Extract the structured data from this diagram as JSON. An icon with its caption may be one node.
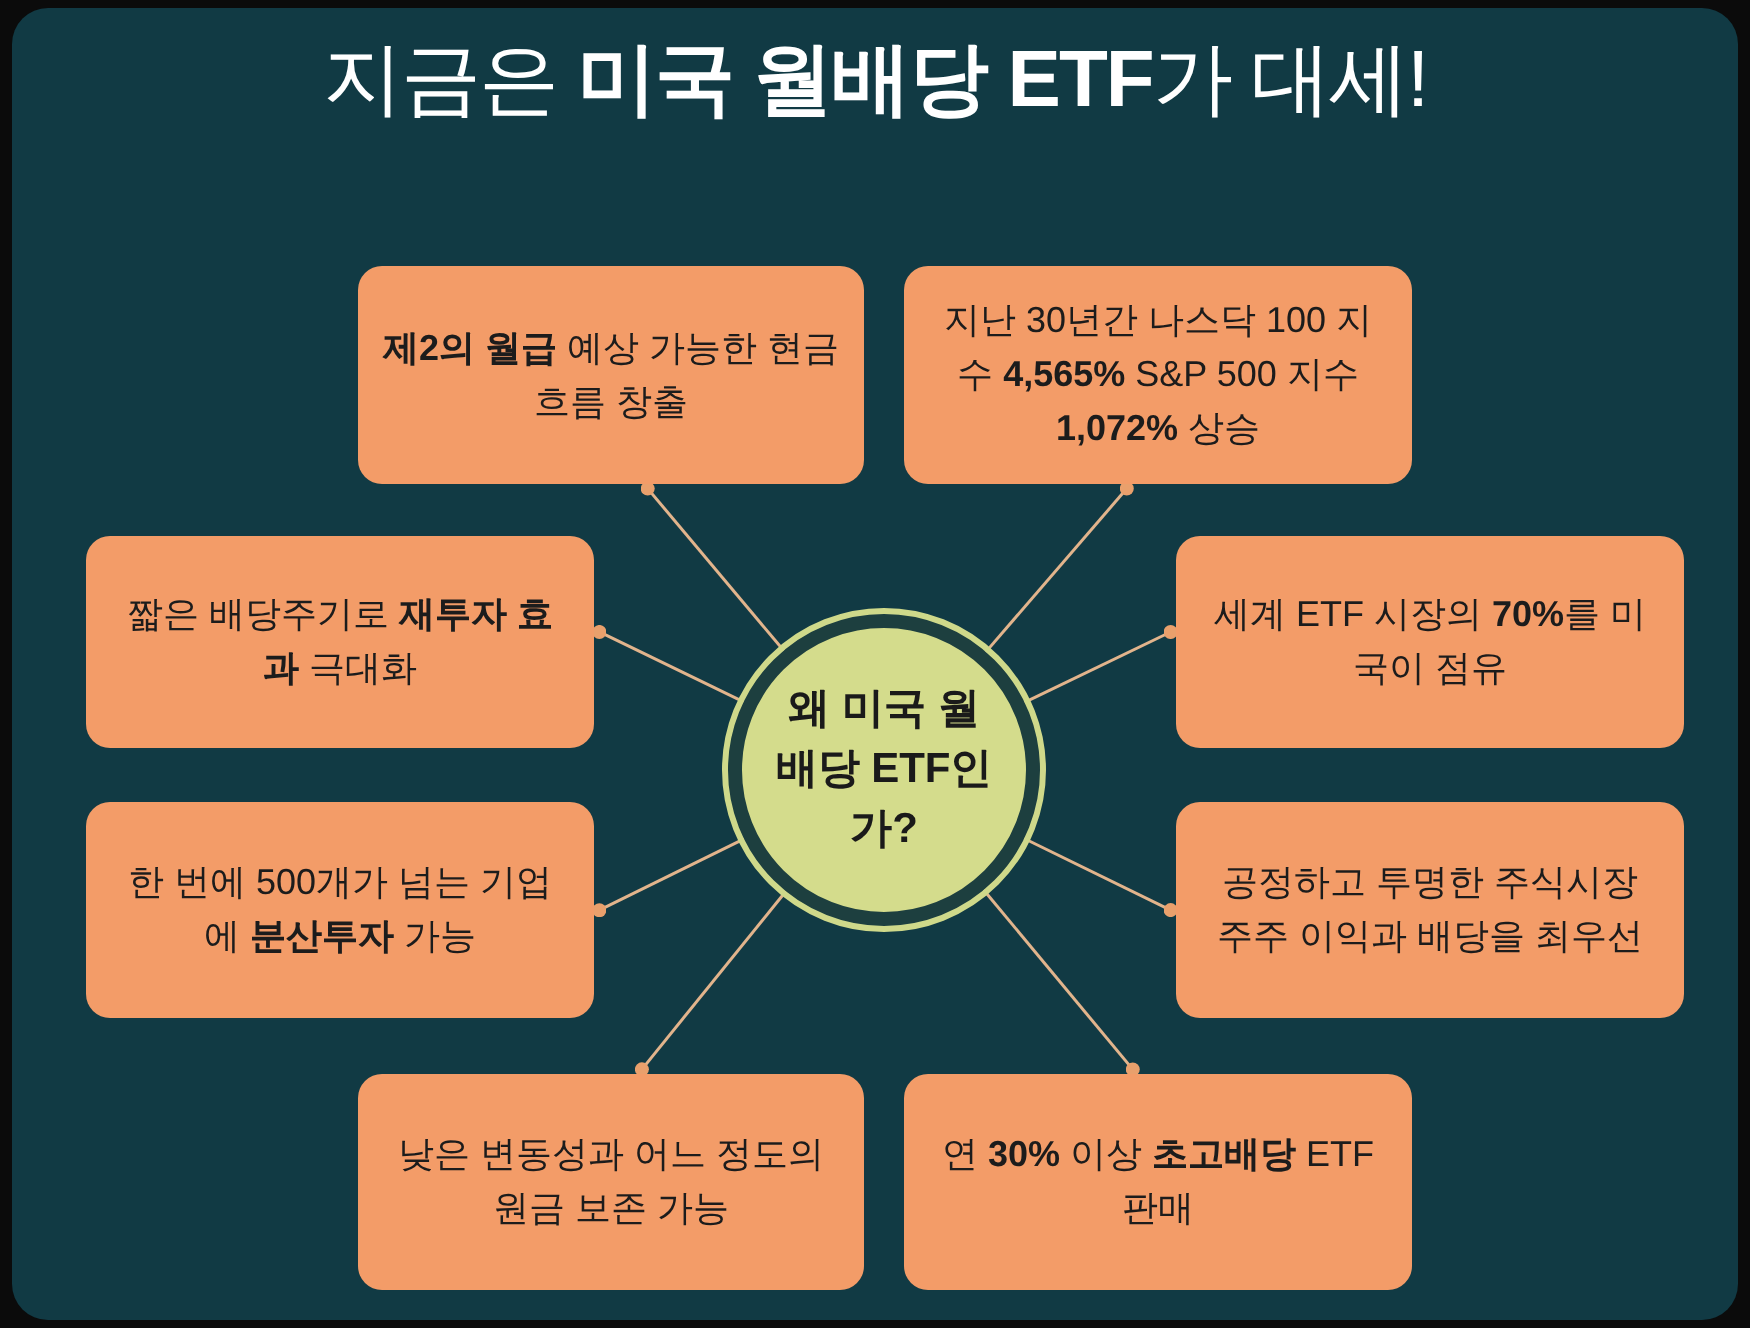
{
  "diagram": {
    "title": "지금은 **미국 월배당 ETF**가 대세!",
    "nodes": [
      {
        "text": [
          "왜 미국 월배당 ETF인가?"
        ]
      },
      {
        "text": [
          "**제2의 월급** 예상 가능한 현금흐름 창출"
        ]
      },
      {
        "text": [
          "지난 30년간 나스닥 100 지수 **4,565%** S&P 500 지수 **1,072%** 상승"
        ]
      },
      {
        "text": [
          "짧은 배당주기로 **재투자 효과** 극대화"
        ]
      },
      {
        "text": [
          "세계 ETF 시장의 **70%**를 미국이 점유"
        ]
      },
      {
        "text": [
          "한 번에 500개가 넘는 기업에 **분산투자** 가능"
        ]
      },
      {
        "text": [
          "공정하고 투명한 주식시장 주주 이익과 배당을 최우선"
        ]
      },
      {
        "text": [
          "낮은 변동성과 어느 정도의 원금 보존 가능"
        ]
      },
      {
        "text": [
          "연 **30%** 이상 **초고배당** ETF 판매"
        ]
      }
    ],
    "edges": [
      {
        "from": 0,
        "to": 1,
        "arrow": "other"
      },
      {
        "from": 0,
        "to": 2,
        "arrow": "other"
      },
      {
        "from": 0,
        "to": 3,
        "arrow": "other"
      },
      {
        "from": 0,
        "to": 4,
        "arrow": "other"
      },
      {
        "from": 0,
        "to": 5,
        "arrow": "other"
      },
      {
        "from": 0,
        "to": 6,
        "arrow": "other"
      },
      {
        "from": 0,
        "to": 7,
        "arrow": "other"
      },
      {
        "from": 0,
        "to": 8,
        "arrow": "other"
      }
    ]
  }
}
